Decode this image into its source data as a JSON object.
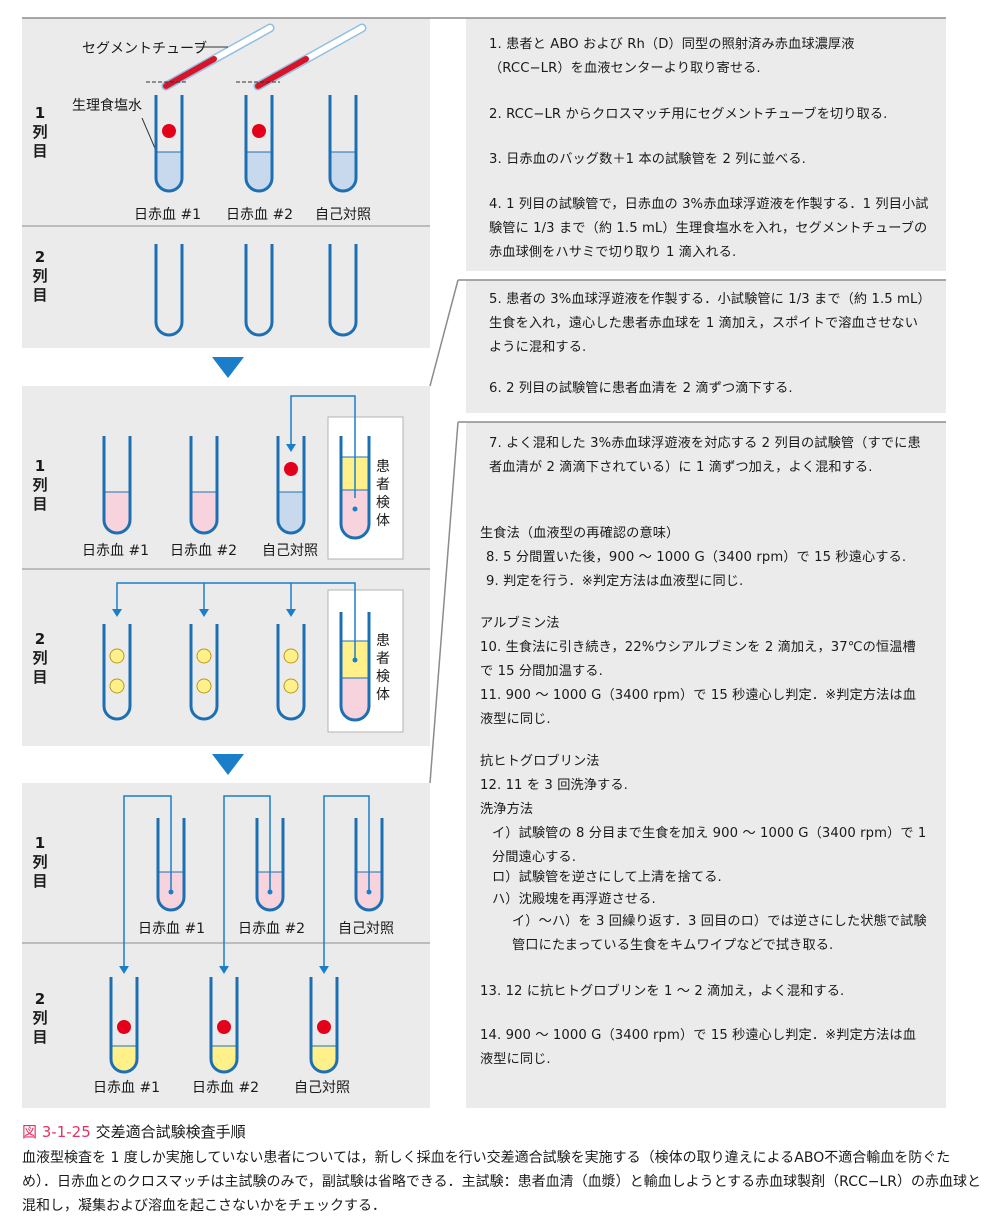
{
  "diagram": {
    "segment_tube_label": "セグメントチューブ",
    "saline_label": "生理食塩水",
    "row1_label": "1\n列\n目",
    "row2_label": "2\n列\n目",
    "tube_labels": [
      "日赤血 #1",
      "日赤血 #2",
      "自己対照"
    ],
    "patient_sample_label": "患\n者\n検\n体"
  },
  "steps": {
    "s1": "1. 患者と ABO および Rh（D）同型の照射済み赤血球濃厚液（RCC−LR）を血液センターより取り寄せる.",
    "s2": "2. RCC−LR からクロスマッチ用にセグメントチューブを切り取る.",
    "s3": "3. 日赤血のバッグ数＋1 本の試験管を 2 列に並べる.",
    "s4": "4. 1 列目の試験管で，日赤血の 3%赤血球浮遊液を作製する．1 列目小試験管に 1/3 まで（約 1.5 mL）生理食塩水を入れ，セグメントチューブの赤血球側をハサミで切り取り 1 滴入れる.",
    "s5": "5. 患者の 3%血球浮遊液を作製する．小試験管に 1/3 まで（約 1.5 mL）生食を入れ，遠心した患者赤血球を 1 滴加え，スポイトで溶血させないように混和する.",
    "s6": "6. 2 列目の試験管に患者血清を 2 滴ずつ滴下する.",
    "s7": "7. よく混和した 3%赤血球浮遊液を対応する 2 列目の試験管（すでに患者血清が 2 滴滴下されている）に 1 滴ずつ加え，よく混和する.",
    "saline_method_title": "生食法（血液型の再確認の意味）",
    "s8": "8. 5 分間置いた後，900 〜 1000 G（3400 rpm）で 15 秒遠心する.",
    "s9": "9. 判定を行う．※判定方法は血液型に同じ.",
    "albumin_title": "アルブミン法",
    "s10": "10. 生食法に引き続き，22%ウシアルブミンを 2 滴加え，37℃の恒温槽で 15 分間加温する.",
    "s11": "11. 900 〜 1000 G（3400 rpm）で 15 秒遠心し判定．※判定方法は血液型に同じ.",
    "ahg_title": "抗ヒトグロブリン法",
    "s12": "12. 11 を 3 回洗浄する.",
    "wash_title": "洗浄方法",
    "w1": "イ）試験管の 8 分目まで生食を加え 900 〜 1000 G（3400 rpm）で 1 分間遠心する.",
    "w2": "ロ）試験管を逆さにして上清を捨てる.",
    "w3": "ハ）沈殿塊を再浮遊させる.",
    "w4": "イ）〜ハ）を 3 回繰り返す．3 回目のロ）では逆さにした状態で試験管口にたまっている生食をキムワイプなどで拭き取る.",
    "s13": "13. 12 に抗ヒトグロブリンを 1 〜 2 滴加え，よく混和する.",
    "s14": "14. 900 〜 1000 G（3400 rpm）で 15 秒遠心し判定．※判定方法は血液型に同じ."
  },
  "caption": {
    "fig_num": "図 3-1-25",
    "fig_title": "交差適合試験検査手順",
    "body": "血液型検査を 1 度しか実施していない患者については，新しく採血を行い交差適合試験を実施する（検体の取り違えによるABO不適合輸血を防ぐため）．日赤血とのクロスマッチは主試験のみで，副試験は省略できる．主試験：患者血清（血漿）と輸血しようとする赤血球製剤（RCC−LR）の赤血球と混和し，凝集および溶血を起こさないかをチェックする．"
  },
  "colors": {
    "panel_bg": "#ebebeb",
    "tube_outline": "#1d6fb3",
    "saline": "#c8d9ee",
    "serum_pink": "#f6d3dd",
    "yellow": "#fff08a",
    "red_cell": "#e3001b",
    "arrow_blue": "#1a7fc8",
    "caption_accent": "#e2345f"
  }
}
